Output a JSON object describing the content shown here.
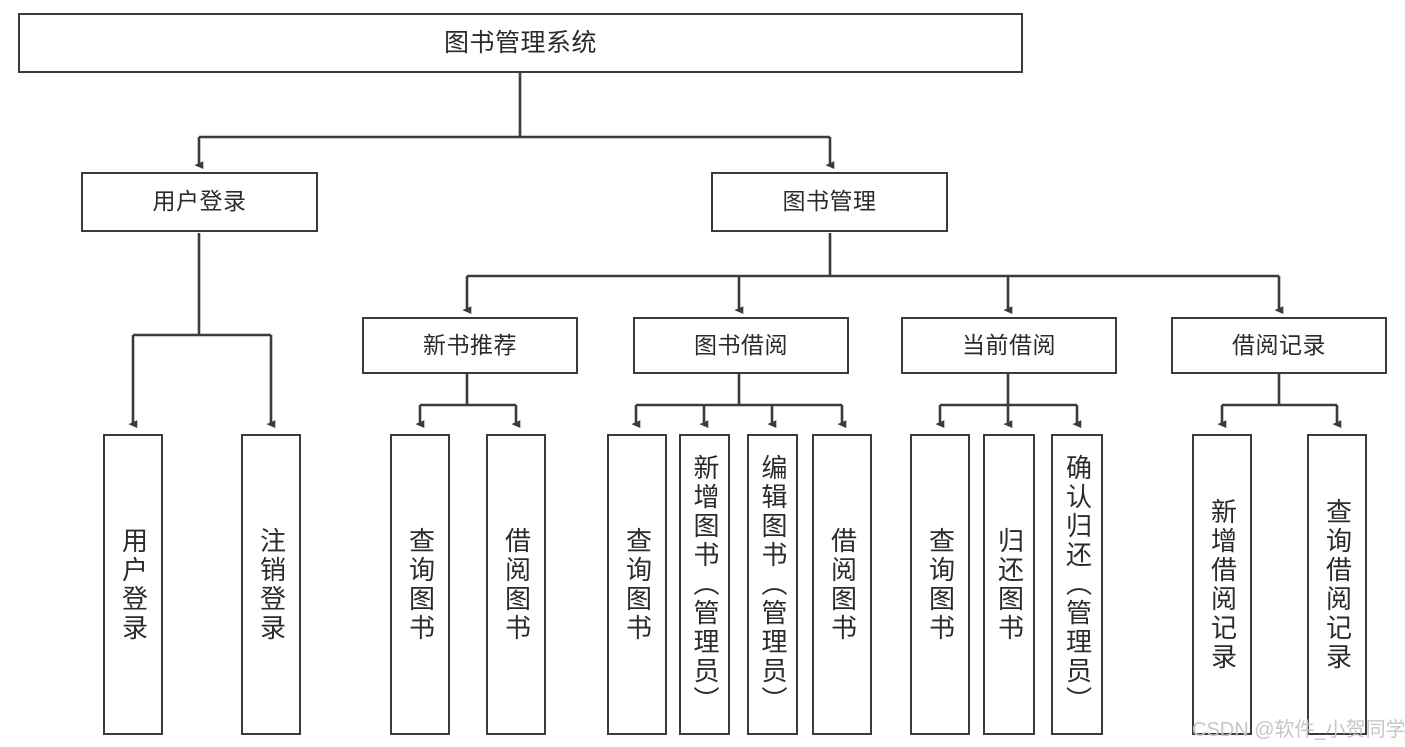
{
  "diagram": {
    "title": "图书管理系统",
    "watermark": "CSDN @软件_小贺同学",
    "colors": {
      "border": "#3b3b3b",
      "background": "#ffffff",
      "text": "#2b2b2b",
      "edge": "#3b3b3b",
      "watermark": "#c6c6c6"
    },
    "nodes": {
      "root": {
        "label": "图书管理系统"
      },
      "level2": [
        {
          "label": "用户登录"
        },
        {
          "label": "图书管理"
        }
      ],
      "level3": [
        {
          "label": "新书推荐"
        },
        {
          "label": "图书借阅"
        },
        {
          "label": "当前借阅"
        },
        {
          "label": "借阅记录"
        }
      ],
      "leaves_user_login": [
        {
          "label": "用户登录"
        },
        {
          "label": "注销登录"
        }
      ],
      "leaves_new_book": [
        {
          "label": "查询图书"
        },
        {
          "label": "借阅图书"
        }
      ],
      "leaves_borrow": [
        {
          "label": "查询图书"
        },
        {
          "label": "新增图书（管理员）"
        },
        {
          "label": "编辑图书（管理员）"
        },
        {
          "label": "借阅图书"
        }
      ],
      "leaves_current": [
        {
          "label": "查询图书"
        },
        {
          "label": "归还图书"
        },
        {
          "label": "确认归还（管理员）"
        }
      ],
      "leaves_records": [
        {
          "label": "新增借阅记录"
        },
        {
          "label": "查询借阅记录"
        }
      ]
    }
  }
}
